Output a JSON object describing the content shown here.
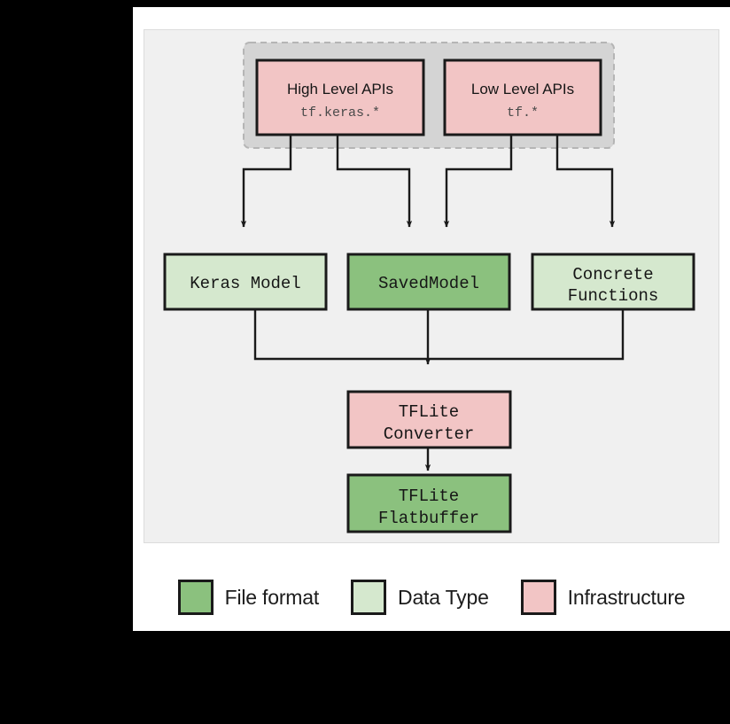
{
  "figure": {
    "background_color": "#000000",
    "card_color": "#ffffff",
    "panel_color": "#f0f0f0",
    "group_box_color": "#d4d4d4"
  },
  "palette": {
    "file_format": "#8bc17e",
    "data_type": "#d5e8ce",
    "infrastructure": "#f2c5c5",
    "stroke": "#1a1a1a"
  },
  "api_group": {
    "nodes": [
      {
        "id": "high-level-apis",
        "title": "High Level APIs",
        "subtitle": "tf.keras.*",
        "category": "infrastructure"
      },
      {
        "id": "low-level-apis",
        "title": "Low Level APIs",
        "subtitle": "tf.*",
        "category": "infrastructure"
      }
    ]
  },
  "model_row": {
    "nodes": [
      {
        "id": "keras-model",
        "label": "Keras Model",
        "lines": [
          "Keras Model"
        ],
        "category": "data_type"
      },
      {
        "id": "saved-model",
        "label": "SavedModel",
        "lines": [
          "SavedModel"
        ],
        "category": "file_format"
      },
      {
        "id": "concrete-functions",
        "label": "Concrete Functions",
        "lines": [
          "Concrete",
          "Functions"
        ],
        "category": "data_type"
      }
    ]
  },
  "converter_chain": {
    "nodes": [
      {
        "id": "tflite-converter",
        "label": "TFLite Converter",
        "lines": [
          "TFLite",
          "Converter"
        ],
        "category": "infrastructure"
      },
      {
        "id": "tflite-flatbuffer",
        "label": "TFLite Flatbuffer",
        "lines": [
          "TFLite",
          "Flatbuffer"
        ],
        "category": "file_format"
      }
    ]
  },
  "legend": {
    "items": [
      {
        "label": "File format",
        "color": "#8bc17e"
      },
      {
        "label": "Data Type",
        "color": "#d5e8ce"
      },
      {
        "label": "Infrastructure",
        "color": "#f2c5c5"
      }
    ]
  }
}
